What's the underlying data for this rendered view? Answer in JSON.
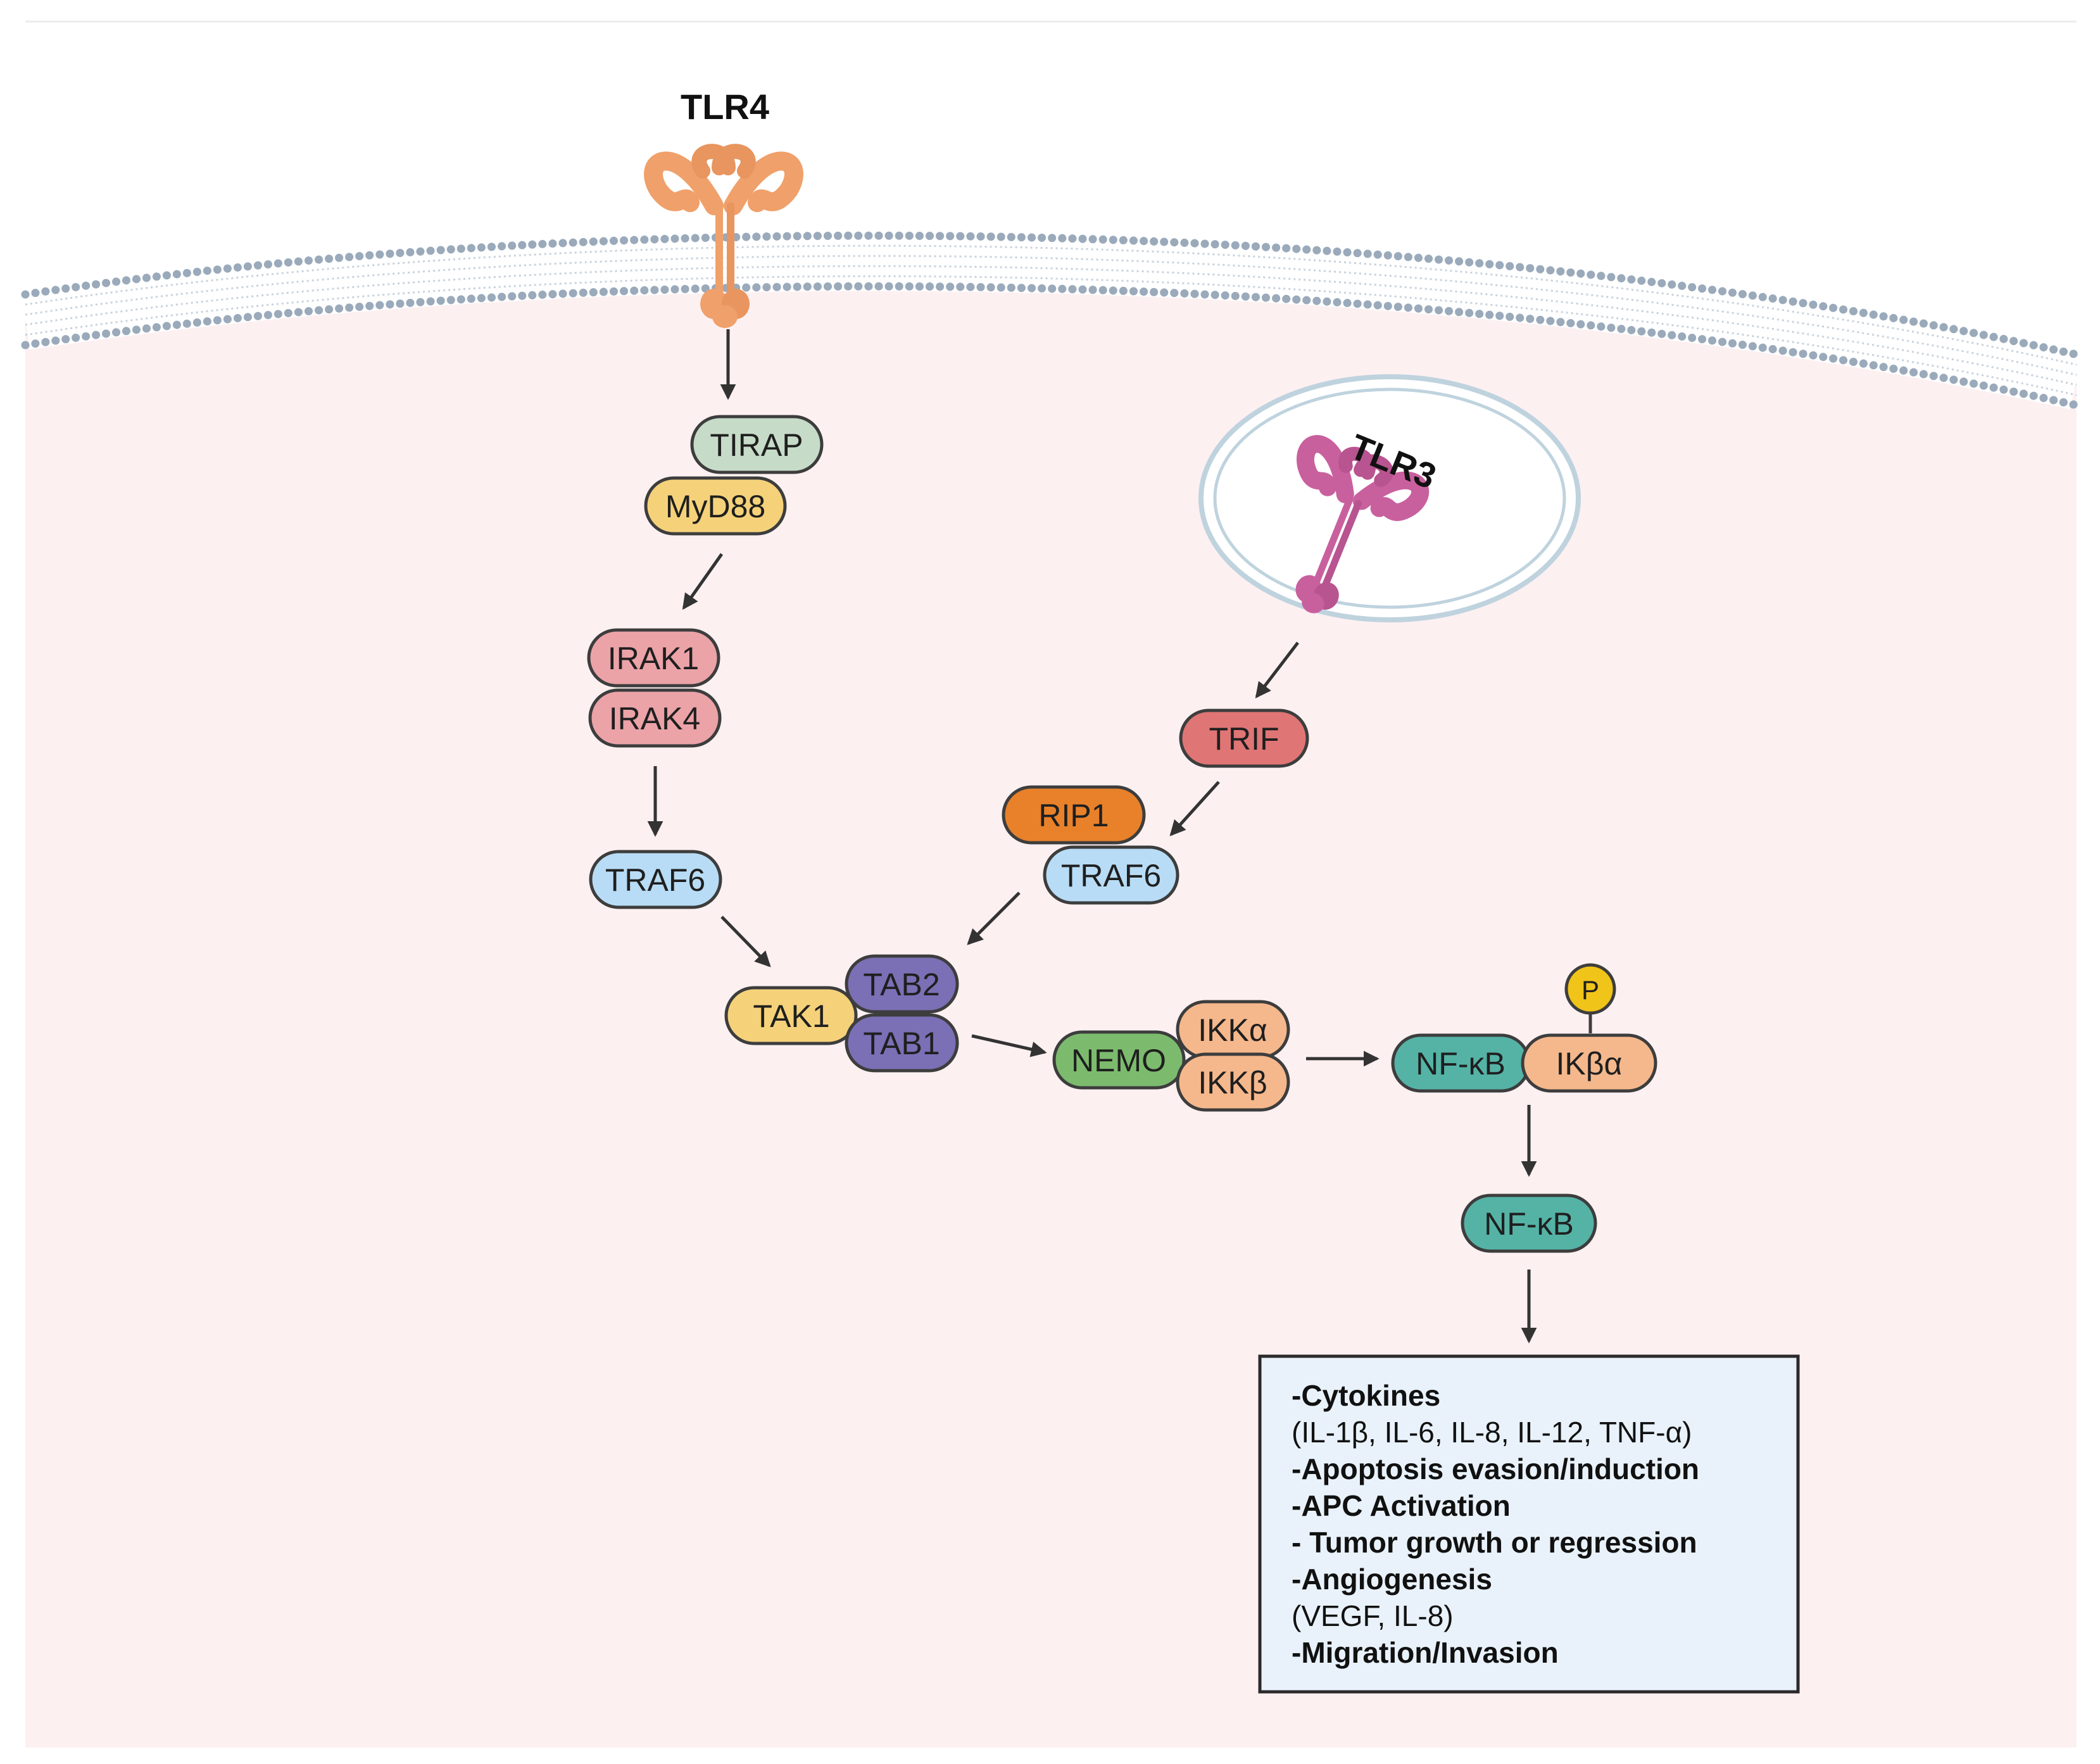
{
  "receptors": {
    "tlr4": "TLR4",
    "tlr3": "TLR3"
  },
  "proteins": {
    "tirap": "TIRAP",
    "myd88": "MyD88",
    "irak1": "IRAK1",
    "irak4": "IRAK4",
    "traf6_left": "TRAF6",
    "trif": "TRIF",
    "rip1": "RIP1",
    "traf6_right": "TRAF6",
    "tak1": "TAK1",
    "tab2": "TAB2",
    "tab1": "TAB1",
    "nemo": "NEMO",
    "ikka": "IKKα",
    "ikkb": "IKKβ",
    "nfkb_complex": "NF-κB",
    "ikba": "IKβα",
    "phospho": "P",
    "nfkb_free": "NF-κB"
  },
  "outcomes": [
    {
      "text": "-Cytokines",
      "bold": true
    },
    {
      "text": "(IL-1β, IL-6, IL-8, IL-12, TNF-α)",
      "bold": false
    },
    {
      "text": "-Apoptosis evasion/induction",
      "bold": true
    },
    {
      "text": "-APC Activation",
      "bold": true
    },
    {
      "text": "- Tumor growth or regression",
      "bold": true
    },
    {
      "text": "-Angiogenesis",
      "bold": true
    },
    {
      "text": "(VEGF, IL-8)",
      "bold": false
    },
    {
      "text": "-Migration/Invasion",
      "bold": true
    }
  ],
  "colors": {
    "cytoplasm": "#fdf0f1",
    "membrane": "#9aaabb",
    "tlr4": "#f0a06a",
    "tlr3": "#c9609e",
    "tirap": "#c7dcc8",
    "myd88": "#f5d27a",
    "irak": "#eba3a8",
    "traf6": "#b8dcf5",
    "trif": "#e07575",
    "rip1": "#e8812a",
    "tak1": "#f5d27a",
    "tab": "#7b6fb5",
    "nemo": "#7cbb6e",
    "ikk": "#f5b88c",
    "nfkb": "#55b3a6",
    "phospho": "#f0c419",
    "outcome_box": "#e9f2fa"
  }
}
